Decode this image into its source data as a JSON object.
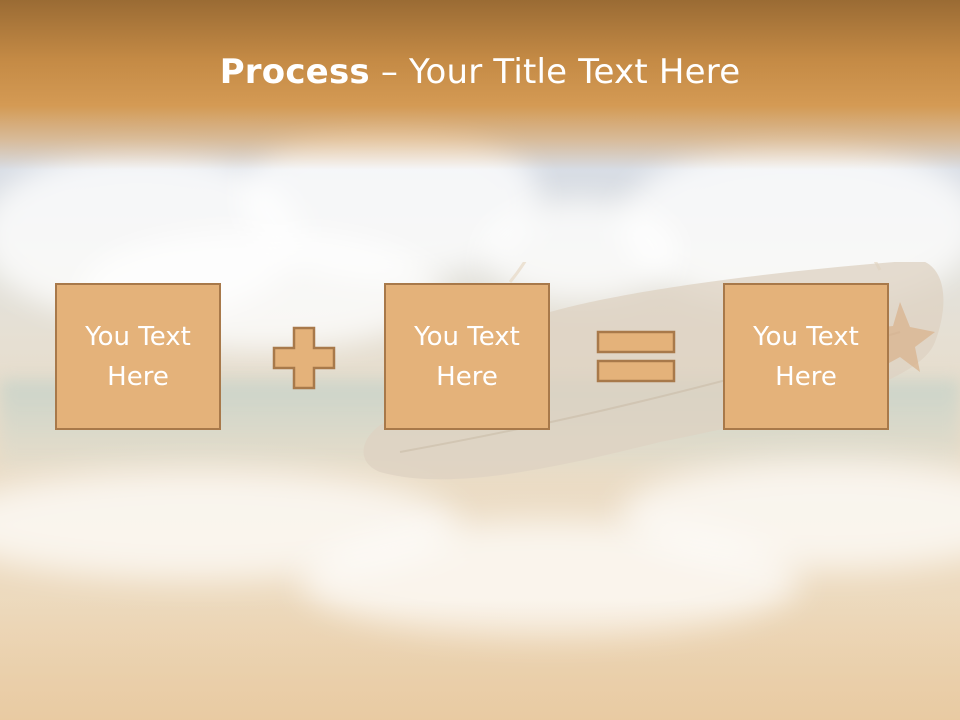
{
  "slide": {
    "title_bold": "Process",
    "title_rest": " – Your Title Text Here",
    "boxes": [
      {
        "text": "You Text\nHere"
      },
      {
        "text": "You Text\nHere"
      },
      {
        "text": "You Text\nHere"
      }
    ],
    "operators": [
      "plus-icon",
      "equals-icon"
    ]
  },
  "colors": {
    "title_band": "#c48a45",
    "box_fill": "#e4b27a",
    "box_border": "#a8794a",
    "text": "#ffffff"
  }
}
